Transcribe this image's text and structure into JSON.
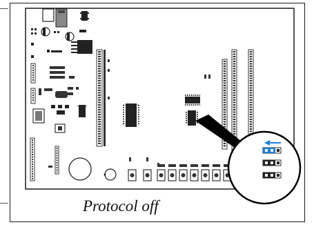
{
  "caption": "Protocol off",
  "colors": {
    "board_outline": "#1a1a1a",
    "chip": "#222222",
    "pin_header": "#333333",
    "arrow": "#1e7fd6",
    "jumper_active": "#1e7fd6",
    "jumper_inactive": "#222222",
    "pointer": "#000000"
  },
  "icons": {
    "arrow": "left-arrow-icon",
    "jumper": "jumper-switch-icon"
  },
  "jumpers": [
    {
      "state": "active"
    },
    {
      "state": "inactive"
    },
    {
      "state": "inactive"
    }
  ]
}
